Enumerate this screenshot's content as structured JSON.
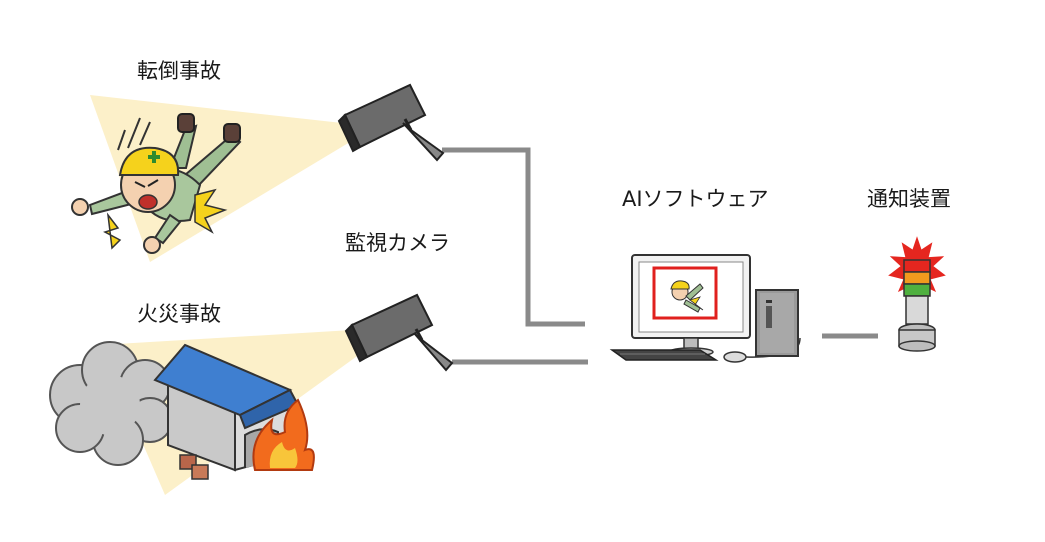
{
  "labels": {
    "fall_accident": "転倒事故",
    "fire_accident": "火災事故",
    "camera": "監視カメラ",
    "ai_software": "AIソフトウェア",
    "notification": "通知装置"
  },
  "colors": {
    "light_beam": "#fbefc7",
    "camera_body": "#6b6b6b",
    "wire": "#808080",
    "roof": "#3f7fd0",
    "alert_frame": "#e0201e",
    "lamp_red": "#e5261f",
    "lamp_orange": "#f29a1e",
    "lamp_green": "#4fb03f"
  },
  "icons": {
    "fall_scene": "falling-worker-icon",
    "fire_scene": "burning-warehouse-icon",
    "camera": "surveillance-camera-icon",
    "computer": "desktop-computer-icon",
    "signal": "signal-tower-lamp-icon"
  }
}
